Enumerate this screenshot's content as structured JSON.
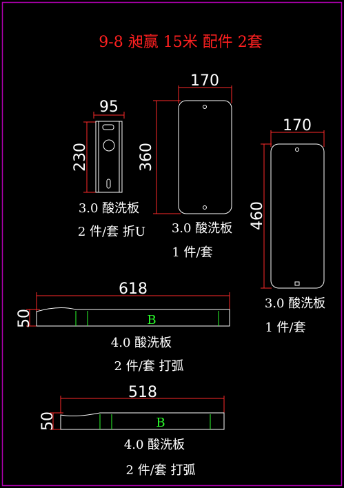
{
  "title": "9-8 昶赢 15米 配件 2套",
  "colors": {
    "background": "#000000",
    "frame": "#b000b0",
    "title": "#ff2020",
    "outline": "#ffffff",
    "dimension": "#ff2a2a",
    "mark": "#2bff2b"
  },
  "parts": {
    "bracket": {
      "width": "95",
      "height": "230",
      "material": "3.0 酸洗板",
      "qty": "2 件/套 折U"
    },
    "plate_360": {
      "width": "170",
      "height": "360",
      "material": "3.0 酸洗板",
      "qty": "1 件/套"
    },
    "plate_460": {
      "width": "170",
      "height": "460",
      "material": "3.0 酸洗板",
      "qty": "1 件/套"
    },
    "strip_618": {
      "length": "618",
      "height": "50",
      "mark": "B",
      "material": "4.0 酸洗板",
      "qty": "2 件/套 打弧"
    },
    "strip_518": {
      "length": "518",
      "height": "50",
      "mark": "B",
      "material": "4.0 酸洗板",
      "qty": "2 件/套 打弧"
    }
  }
}
